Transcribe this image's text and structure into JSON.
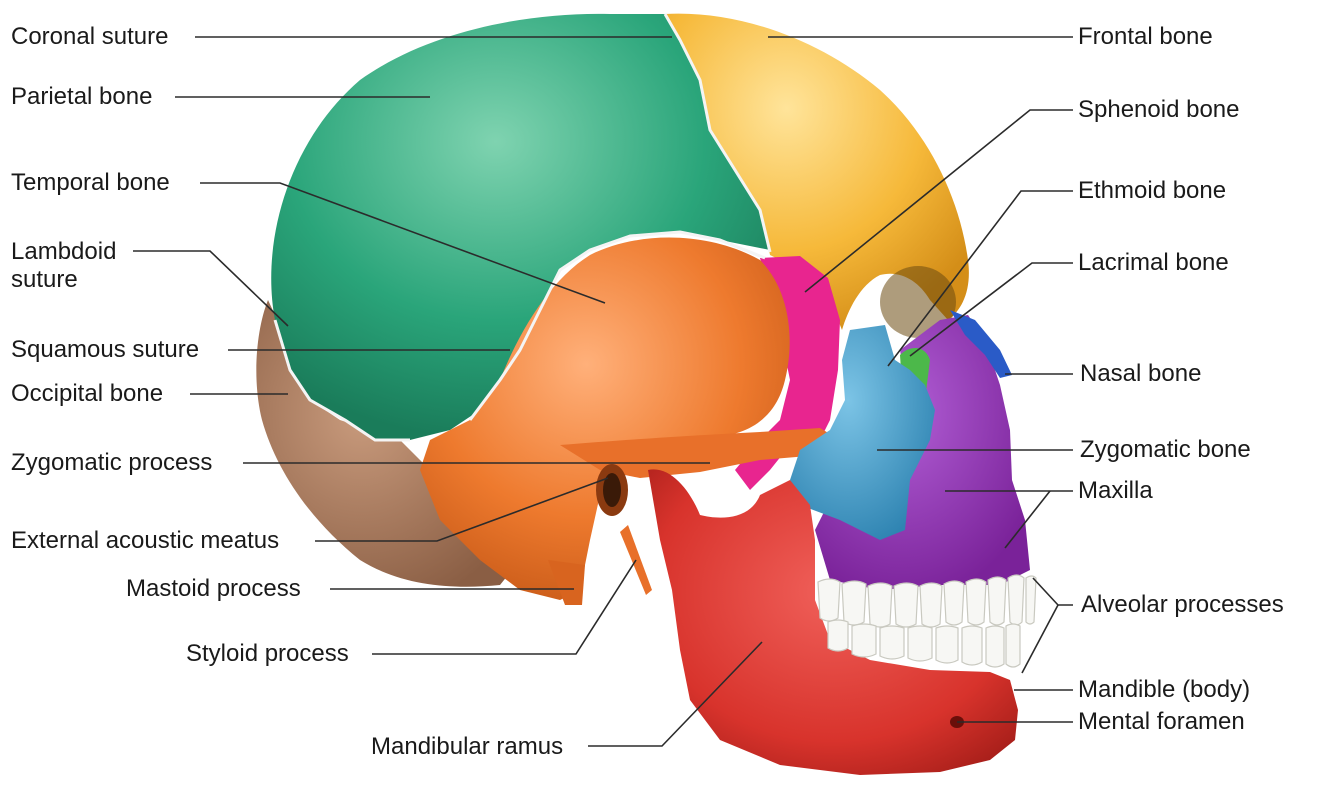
{
  "labels": {
    "coronal_suture": "Coronal suture",
    "parietal_bone": "Parietal bone",
    "temporal_bone": "Temporal bone",
    "lambdoid_suture": "Lambdoid suture",
    "squamous_suture": "Squamous suture",
    "occipital_bone": "Occipital bone",
    "zygomatic_process": "Zygomatic process",
    "external_acoustic_meatus": "External acoustic meatus",
    "mastoid_process": "Mastoid process",
    "styloid_process": "Styloid process",
    "mandibular_ramus": "Mandibular ramus",
    "frontal_bone": "Frontal bone",
    "sphenoid_bone": "Sphenoid bone",
    "ethmoid_bone": "Ethmoid bone",
    "lacrimal_bone": "Lacrimal bone",
    "nasal_bone": "Nasal bone",
    "zygomatic_bone": "Zygomatic bone",
    "maxilla": "Maxilla",
    "alveolar_processes": "Alveolar processes",
    "mandible_body": "Mandible (body)",
    "mental_foramen": "Mental foramen"
  },
  "colors": {
    "parietal": "#2aa57a",
    "frontal": "#f6b93a",
    "temporal": "#ee7a2e",
    "occipital": "#a97a5c",
    "sphenoid": "#e8258f",
    "zygomatic": "#3e9ccb",
    "maxilla": "#8a2fb3",
    "mandible": "#d8332c",
    "nasal": "#2a5bc7",
    "ethmoid": "#4cb84a",
    "lacrimal": "#4cb84a",
    "teeth": "#f7f7f4"
  }
}
